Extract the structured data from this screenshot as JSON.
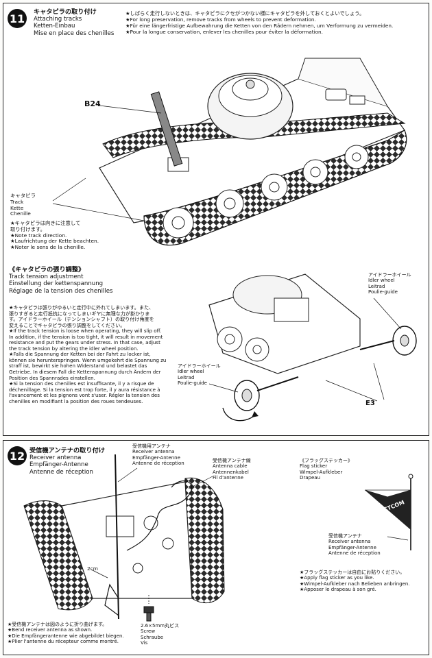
{
  "step11": {
    "number": "11",
    "title": [
      "キャタピラの取り付け",
      "Attaching tracks",
      "Ketten-Einbau",
      "Mise en place des chenilles"
    ],
    "notes": [
      "★しばらく走行しないときは、キャタピラにクセがつかない様にキャタピラを外しておくとよいでしょう。",
      "★For long preservation, remove tracks from wheels to prevent deformation.",
      "★Für eine längerfristige Aufbewahrung die Ketten von den Rädern nehmen, um Verformung zu vermeiden.",
      "★Pour la longue conservation, enlever les chenilles pour éviter la déformation."
    ],
    "part_b24": "B24",
    "track_label": [
      "キャタピラ",
      "Track",
      "Kette",
      "Chenille"
    ],
    "direction_notes": [
      "★キャタピラは向きに注意して",
      "取り付けます。",
      "★Note track direction.",
      "★Laufrichtung der Kette beachten.",
      "★Noter le sens de la chenille."
    ],
    "tension_heading": [
      "《キャタピラの張り調整》",
      "Track tension adjustment",
      "Einstellung der kettenspannung",
      "Réglage de la tension des chenilles"
    ],
    "tension_text": [
      "★キャタピラは張りがゆるいと走行中に外れてしまいます。また、",
      "張りすぎると走行抵抗になってしまいギヤに無理な力が掛かりま",
      "す。アイドラーホイール（テンションシャフト）の取り付け角度を",
      "変えることでキャタピラの張り調整をしてください。",
      "★If the track tension is loose when operating, they will slip off.",
      "In addition, if the tension is too tight, it will result in movement",
      "resistance and put the gears under stress. In that case, adjust",
      "the track tension by altering the idler wheel position.",
      "★Falls die Spannung der Ketten bei der Fahrt zu locker ist,",
      "können sie herunterspringen. Wenn umgekehrt die Spannung zu",
      "straff ist, bewirkt sie hohen Widerstand und belastet das",
      "Getriebe. In diesem Fall die Kettenspannung durch Ändern der",
      "Position des Spannrades einstellen.",
      "★Si la tension des chenilles est insuffisante, il y a risque de",
      "déchenillage. Si la tension est trop forte, il y aura résistance à",
      "l'avancement et les pignons vont s'user. Régler la tension des",
      "chenilles en modifiant la position des roues tendeuses."
    ],
    "idler_right": [
      "アイドラーホイール",
      "Idler wheel",
      "Leitrad",
      "Poulie-guide"
    ],
    "idler_left": [
      "アイドラーホイール",
      "Idler wheel",
      "Leitrad",
      "Poulie-guide"
    ],
    "part_e3": "E3"
  },
  "step12": {
    "number": "12",
    "title": [
      "受信機アンテナの取り付け",
      "Receiver antenna",
      "Empfänger-Antenne",
      "Antenne de réception"
    ],
    "receiver_antenna_top": [
      "受信機用アンテナ",
      "Receiver antenna",
      "Empfänger-Antenne",
      "Antenne de réception"
    ],
    "antenna_cable": [
      "受信機アンテナ線",
      "Antenna cable",
      "Antennenkabel",
      "Fil d'antenne"
    ],
    "flag_sticker": [
      "《フラッグステッカー》",
      "Flag sticker",
      "Wimpel-Aufkleber",
      "Drapeau"
    ],
    "flag_text": "ACTCOM",
    "receiver_antenna_right": [
      "受信機アンテナ",
      "Receiver antenna",
      "Empfänger-Antenne",
      "Antenne de réception"
    ],
    "flag_notes": [
      "★フラッグステッカーは自由にお貼りください。",
      "★Apply flag sticker as you like.",
      "★Wimpel-Aufkleber nach Belieben anbringen.",
      "★Apposer le drapeau à son gré."
    ],
    "dimension": "2cm",
    "screw": [
      "2.6×5mm丸ビス",
      "Screw",
      "Schraube",
      "Vis"
    ],
    "bend_notes": [
      "★受信機アンテナは図のように折り曲げます。",
      "★Bend receiver antenna as shown.",
      "★Die Empfängerantenne wie abgebildet biegen.",
      "★Plier l'antenne du récepteur comme montré."
    ]
  }
}
